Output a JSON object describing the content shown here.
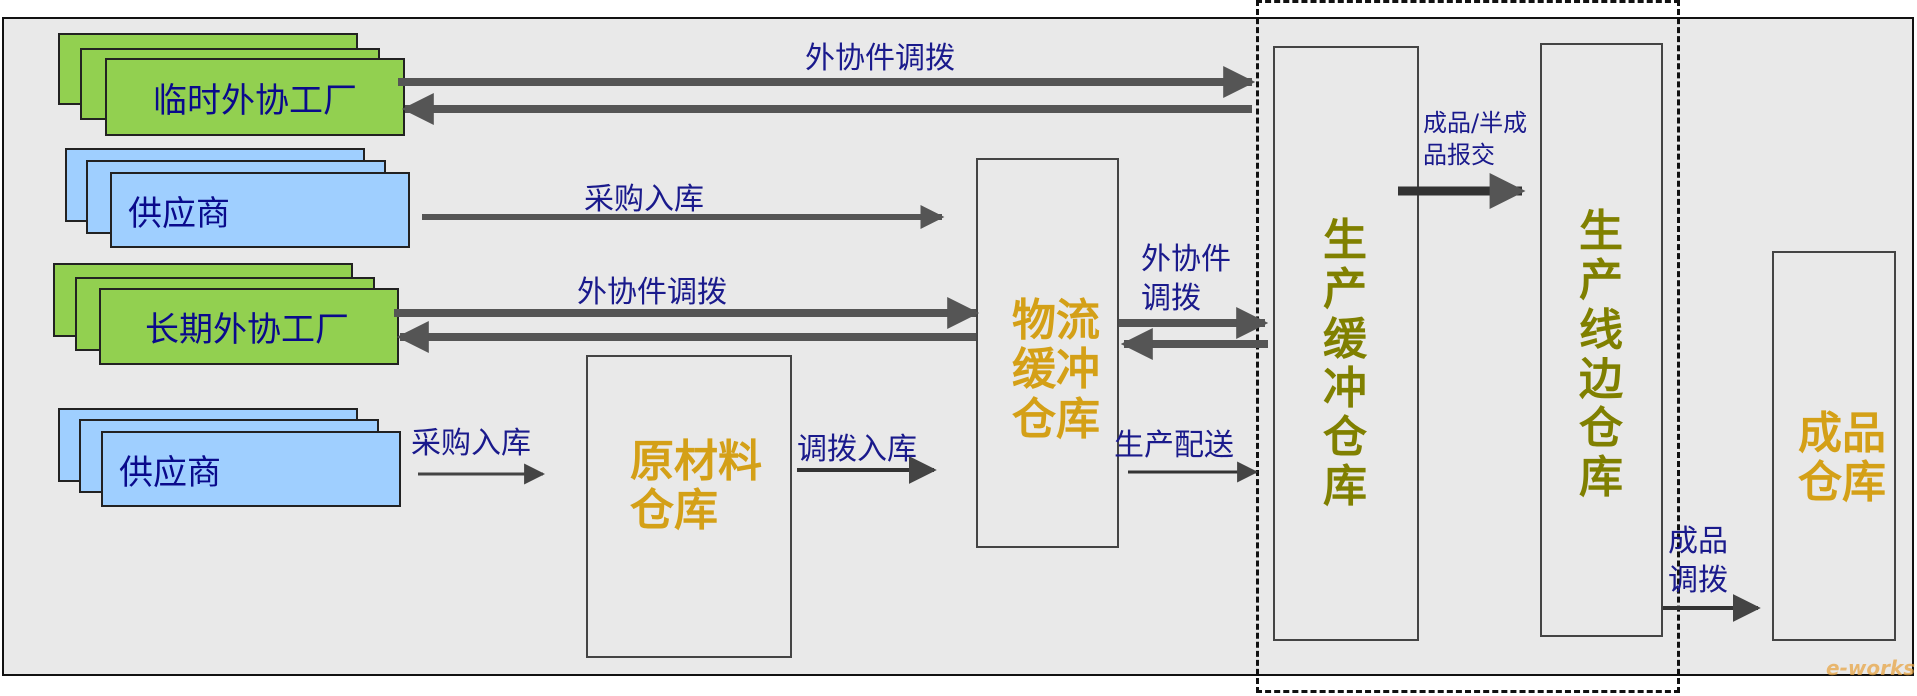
{
  "sources": {
    "temp_factory": "临时外协工厂",
    "supplier_1": "供应商",
    "long_factory": "长期外协工厂",
    "supplier_2": "供应商"
  },
  "warehouses": {
    "raw_material": "原材料仓库",
    "logistics_buffer": "物流缓冲仓库",
    "production_buffer": "生产缓冲仓库",
    "line_side": "生产线边仓库",
    "finished_goods": "成品仓库"
  },
  "flows": {
    "temp_transfer": "外协件调拨",
    "purchase_1": "采购入库",
    "long_transfer": "外协件调拨",
    "purchase_2": "采购入库",
    "transfer_in": "调拨入库",
    "outsourced_transfer": "外协件调拨",
    "production_delivery": "生产配送",
    "semi_finished": "成品/半成品报交",
    "finished_transfer": "成品调拨"
  },
  "colors": {
    "factory_card": "#92d050",
    "supplier_card": "#9fcfff",
    "warehouse_text_gold": "#d4a017",
    "warehouse_text_olive": "#808000",
    "flow_text": "#1a1a8c",
    "arrow": "#555555"
  },
  "watermark": "e-works"
}
